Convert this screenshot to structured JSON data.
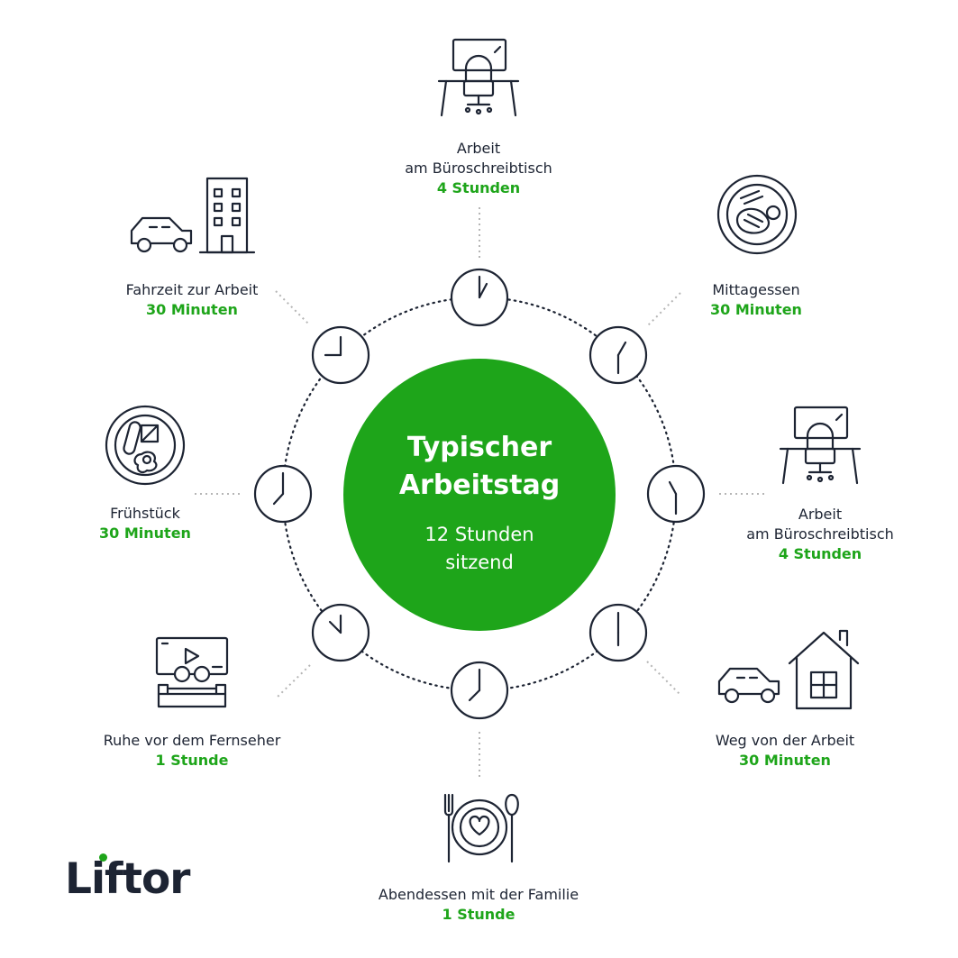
{
  "center": {
    "title": "Typischer\nArbeitstag",
    "subtitle": "12 Stunden\nsitzend"
  },
  "activities": [
    {
      "id": "arbeit-1",
      "label": "Arbeit\nam Büroschreibtisch",
      "duration": "4 Stunden",
      "icon": "office-desk-icon"
    },
    {
      "id": "mittagessen",
      "label": "Mittagessen",
      "duration": "30 Minuten",
      "icon": "lunch-plate-icon"
    },
    {
      "id": "arbeit-2",
      "label": "Arbeit\nam Büroschreibtisch",
      "duration": "4 Stunden",
      "icon": "office-desk-icon"
    },
    {
      "id": "weg-von-arbeit",
      "label": "Weg von der Arbeit",
      "duration": "30 Minuten",
      "icon": "car-house-icon"
    },
    {
      "id": "abendessen",
      "label": "Abendessen mit der Familie",
      "duration": "1 Stunde",
      "icon": "dinner-plate-heart-icon"
    },
    {
      "id": "fernseher",
      "label": "Ruhe vor dem Fernseher",
      "duration": "1 Stunde",
      "icon": "tv-sofa-icon"
    },
    {
      "id": "fruehstueck",
      "label": "Frühstück",
      "duration": "30 Minuten",
      "icon": "breakfast-plate-icon"
    },
    {
      "id": "fahrzeit",
      "label": "Fahrzeit zur Arbeit",
      "duration": "30 Minuten",
      "icon": "car-building-icon"
    }
  ],
  "logo": {
    "text": "Liftor"
  },
  "colors": {
    "accent": "#1ea51a",
    "ink": "#1d2433",
    "dots": "#b5b5b5"
  }
}
